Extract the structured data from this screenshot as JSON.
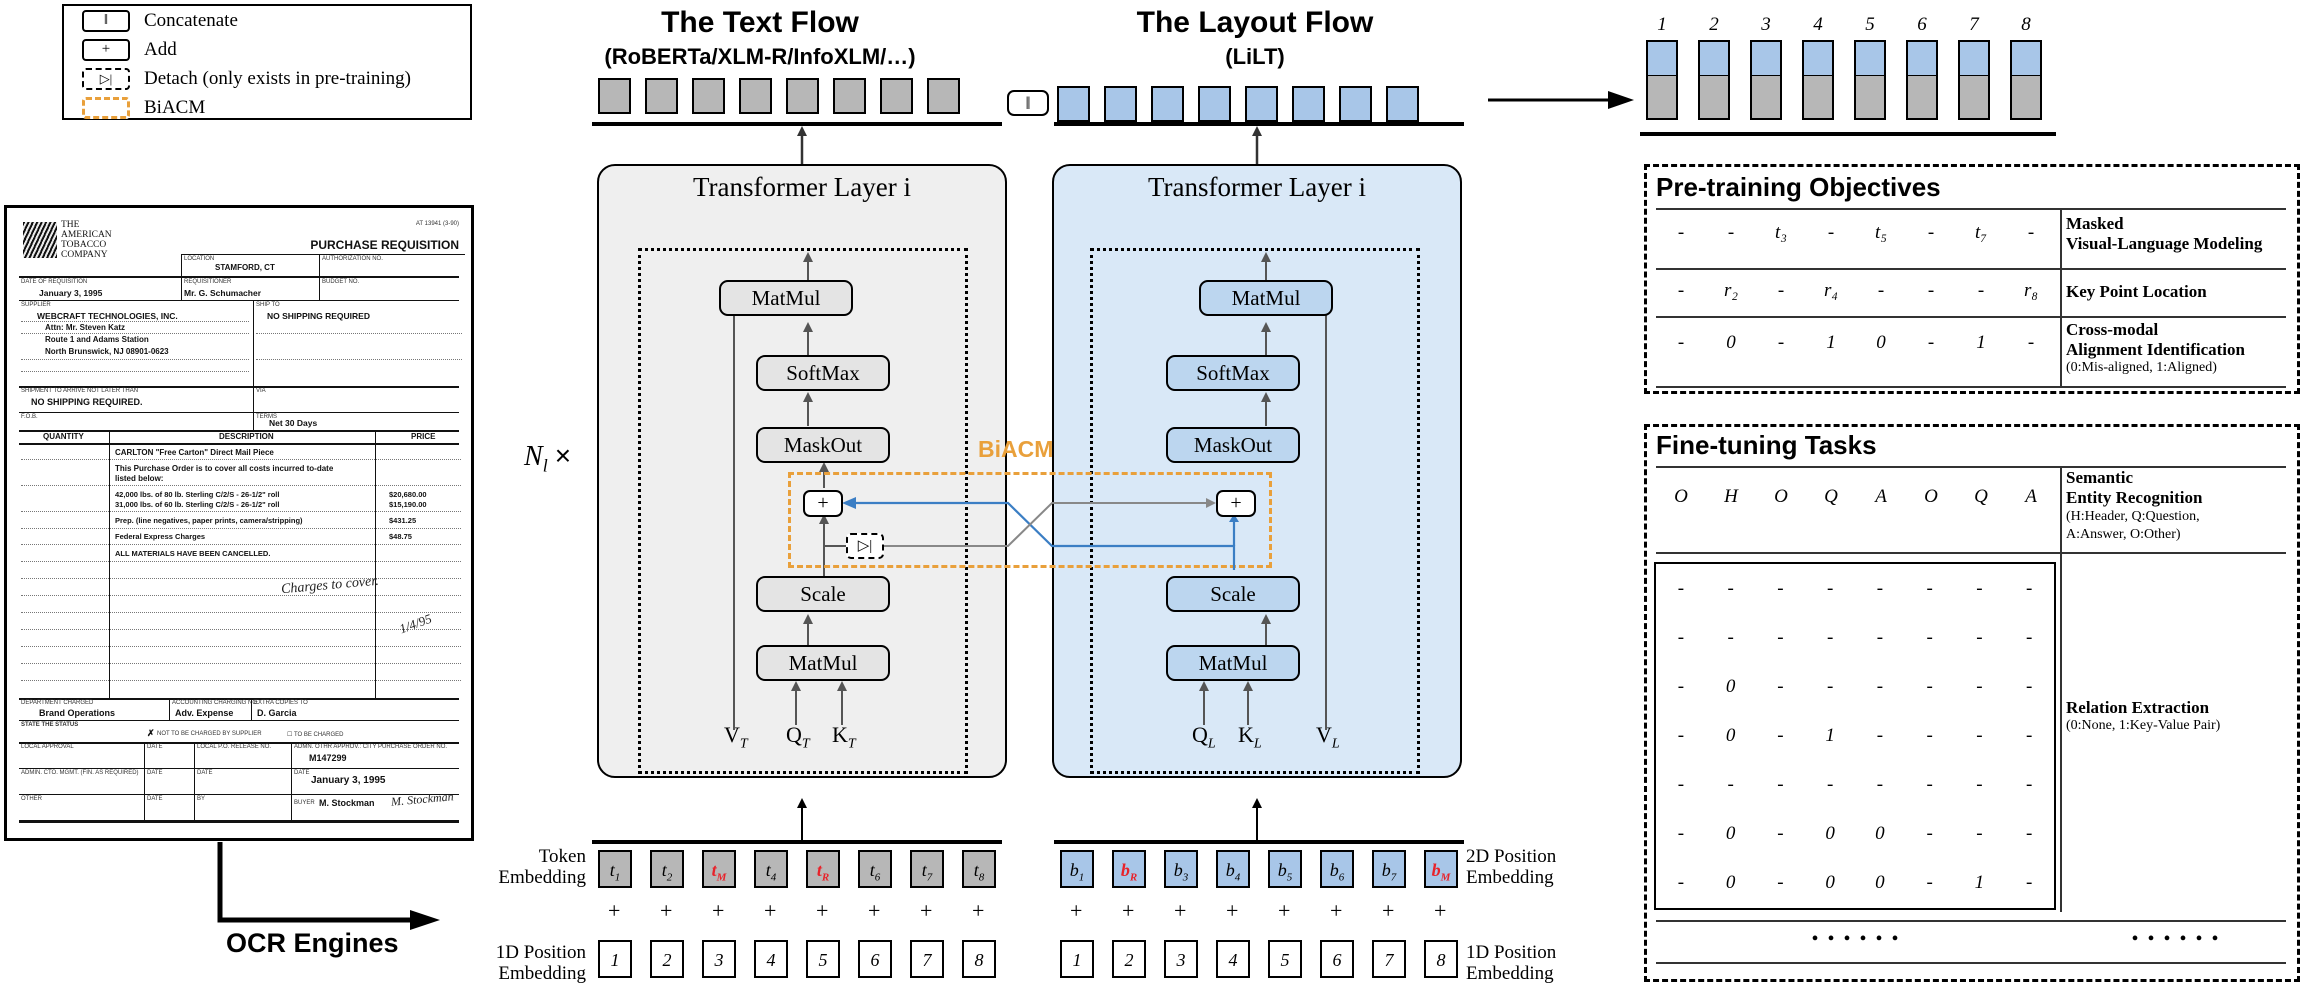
{
  "legend": {
    "items": [
      {
        "glyph": "‖",
        "label": "Concatenate",
        "style": "solid"
      },
      {
        "glyph": "+",
        "label": "Add",
        "style": "solid"
      },
      {
        "glyph": "▷|",
        "label": "Detach (only exists in pre-training)",
        "style": "dashed"
      },
      {
        "glyph": "",
        "label": "BiACM",
        "style": "orange"
      }
    ]
  },
  "document": {
    "company": "THE AMERICAN TOBACCO COMPANY",
    "title": "PURCHASE REQUISITION",
    "doc_code": "AT 13941 (3-90)",
    "fields": [
      {
        "label": "LOCATION",
        "value": "STAMFORD, CT"
      },
      {
        "label": "AUTHORIZATION NO.",
        "value": ""
      },
      {
        "label": "DATE OF REQUISITION",
        "value": "January 3, 1995"
      },
      {
        "label": "REQUISITIONER",
        "value": "Mr. G. Schumacher"
      },
      {
        "label": "BUDGET NO.",
        "value": ""
      },
      {
        "label": "SUPPLIER",
        "value": "WEBCRAFT TECHNOLOGIES, INC."
      },
      {
        "label": "SHIP TO",
        "value": "NO SHIPPING REQUIRED"
      },
      {
        "label": "SHIPMENT TO ARRIVE NOT LATER THAN",
        "value": "NO SHIPPING REQUIRED."
      },
      {
        "label": "VIA",
        "value": ""
      },
      {
        "label": "F.O.B.",
        "value": ""
      },
      {
        "label": "TERMS",
        "value": "Net 30 Days"
      }
    ],
    "supplier_lines": [
      "WEBCRAFT TECHNOLOGIES, INC.",
      "Attn: Mr. Steven Katz",
      "Route 1 and Adams Station",
      "North Brunswick, NJ 08901-0623"
    ],
    "table_headers": [
      "QUANTITY",
      "DESCRIPTION",
      "PRICE"
    ],
    "rows": [
      {
        "qty": "",
        "desc": "CARLTON \"Free Carton\" Direct Mail Piece",
        "price": ""
      },
      {
        "qty": "",
        "desc": "This Purchase Order is to cover all costs incurred to-date listed below:",
        "price": ""
      },
      {
        "qty": "",
        "desc": "42,000 lbs. of 80 lb. Sterling C/2/S - 26-1/2\" roll",
        "price": "$20,680.00"
      },
      {
        "qty": "",
        "desc": "31,000 lbs. of 60 lb. Sterling C/2/S - 26-1/2\" roll",
        "price": "$15,190.00"
      },
      {
        "qty": "",
        "desc": "Prep. (line negatives, paper prints, camera/stripping)",
        "price": "$431.25"
      },
      {
        "qty": "",
        "desc": "Federal Express Charges",
        "price": "$48.75"
      },
      {
        "qty": "",
        "desc": "ALL MATERIALS HAVE BEEN CANCELLED.",
        "price": ""
      }
    ],
    "handwriting": [
      "Charges to cover.",
      "1/4/95"
    ],
    "footer": [
      {
        "label": "DEPARTMENT CHARGED",
        "value": "Brand Operations"
      },
      {
        "label": "ACCOUNTING CHARGING NO.",
        "value": "Adv. Expense"
      },
      {
        "label": "EXTRA COPIES TO",
        "value": "D. Garcia"
      },
      {
        "label": "STATE THE STATUS",
        "value": ""
      },
      {
        "label": "LOCAL APPROVAL",
        "value": ""
      },
      {
        "label": "DATE",
        "value": ""
      },
      {
        "label": "LOCAL P.O. RELEASE NO.",
        "value": "M147299"
      },
      {
        "label": "ADMIN. CTO. MGMT. (FIN. AS REQUIRED)",
        "value": ""
      },
      {
        "label": "DATE",
        "value": "January 3, 1995"
      },
      {
        "label": "OTHER",
        "value": ""
      },
      {
        "label": "BUYER",
        "value": "M. Stockman"
      },
      {
        "label": "ADMN. OTHR APPROV.: CITY PURCHASE ORDER NO.",
        "value": ""
      }
    ]
  },
  "ocr": {
    "label": "OCR Engines"
  },
  "text_flow": {
    "title": "The Text Flow",
    "subtitle": "(RoBERTa/XLM-R/InfoXLM/…)",
    "layer_title": "Transformer Layer i",
    "ops": [
      "MatMul",
      "SoftMax",
      "MaskOut",
      "Scale",
      "MatMul"
    ],
    "plus": "+",
    "detach": "▷|",
    "inputs": [
      "V",
      "Q",
      "K"
    ],
    "input_sub": "T"
  },
  "layout_flow": {
    "title": "The Layout Flow",
    "subtitle": "(LiLT)",
    "layer_title": "Transformer Layer i",
    "ops": [
      "MatMul",
      "SoftMax",
      "MaskOut",
      "Scale",
      "MatMul"
    ],
    "plus": "+",
    "inputs": [
      "Q",
      "K",
      "V"
    ],
    "input_sub": "L"
  },
  "concat": {
    "glyph": "‖"
  },
  "repeat": {
    "label": "N",
    "sub": "l",
    "times": "×"
  },
  "biacm": {
    "label": "BiACM"
  },
  "embeddings": {
    "token_label": "Token\nEmbedding",
    "pos1d_label_left": "1D Position\nEmbedding",
    "pos1d_label_right": "1D Position\nEmbedding",
    "pos2d_label": "2D Position\nEmbedding",
    "plus": "+",
    "text_tokens": [
      {
        "base": "t",
        "sub": "1",
        "red": false
      },
      {
        "base": "t",
        "sub": "2",
        "red": false
      },
      {
        "base": "t",
        "sub": "M",
        "red": true
      },
      {
        "base": "t",
        "sub": "4",
        "red": false
      },
      {
        "base": "t",
        "sub": "R",
        "red": true
      },
      {
        "base": "t",
        "sub": "6",
        "red": false
      },
      {
        "base": "t",
        "sub": "7",
        "red": false
      },
      {
        "base": "t",
        "sub": "8",
        "red": false
      }
    ],
    "layout_tokens": [
      {
        "base": "b",
        "sub": "1",
        "red": false
      },
      {
        "base": "b",
        "sub": "R",
        "red": true
      },
      {
        "base": "b",
        "sub": "3",
        "red": false
      },
      {
        "base": "b",
        "sub": "4",
        "red": false
      },
      {
        "base": "b",
        "sub": "5",
        "red": false
      },
      {
        "base": "b",
        "sub": "6",
        "red": false
      },
      {
        "base": "b",
        "sub": "7",
        "red": false
      },
      {
        "base": "b",
        "sub": "M",
        "red": true
      }
    ],
    "positions": [
      "1",
      "2",
      "3",
      "4",
      "5",
      "6",
      "7",
      "8"
    ]
  },
  "output_bars": {
    "indices": [
      "1",
      "2",
      "3",
      "4",
      "5",
      "6",
      "7",
      "8"
    ],
    "top_color": "#a8c6e8",
    "bottom_color": "#b7b7b7"
  },
  "pretraining": {
    "title": "Pre-training Objectives",
    "rows": [
      {
        "cells": [
          "-",
          "-",
          "t₃",
          "-",
          "t₅",
          "-",
          "t₇",
          "-"
        ],
        "name": "Masked\nVisual-Language Modeling",
        "note": ""
      },
      {
        "cells": [
          "-",
          "r₂",
          "-",
          "r₄",
          "-",
          "-",
          "-",
          "r₈"
        ],
        "name": "Key Point Location",
        "note": ""
      },
      {
        "cells": [
          "-",
          "0",
          "-",
          "1",
          "0",
          "-",
          "1",
          "-"
        ],
        "name": "Cross-modal\nAlignment Identification",
        "note": "(0:Mis-aligned, 1:Aligned)"
      }
    ]
  },
  "finetuning": {
    "title": "Fine-tuning Tasks",
    "ser": {
      "cells": [
        "O",
        "H",
        "O",
        "Q",
        "A",
        "O",
        "Q",
        "A"
      ],
      "name": "Semantic\nEntity Recognition",
      "note": "(H:Header, Q:Question,\n A:Answer, O:Other)"
    },
    "re": {
      "matrix": [
        [
          "-",
          "-",
          "-",
          "-",
          "-",
          "-",
          "-",
          "-"
        ],
        [
          "-",
          "-",
          "-",
          "-",
          "-",
          "-",
          "-",
          "-"
        ],
        [
          "-",
          "0",
          "-",
          "-",
          "-",
          "-",
          "-",
          "-"
        ],
        [
          "-",
          "0",
          "-",
          "1",
          "-",
          "-",
          "-",
          "-"
        ],
        [
          "-",
          "-",
          "-",
          "-",
          "-",
          "-",
          "-",
          "-"
        ],
        [
          "-",
          "0",
          "-",
          "0",
          "0",
          "-",
          "-",
          "-"
        ],
        [
          "-",
          "0",
          "-",
          "0",
          "0",
          "-",
          "1",
          "-"
        ]
      ],
      "name": "Relation Extraction",
      "note": "(0:None, 1:Key-Value Pair)"
    },
    "ellipsis_left": "• • • • • •",
    "ellipsis_right": "• • • • • •"
  },
  "colors": {
    "accent_orange": "#E9A03B",
    "blue_fill": "#a8c6e8",
    "blue_line": "#3b7ec4",
    "grey_fill": "#b7b7b7",
    "red_token": "#E8222A"
  }
}
